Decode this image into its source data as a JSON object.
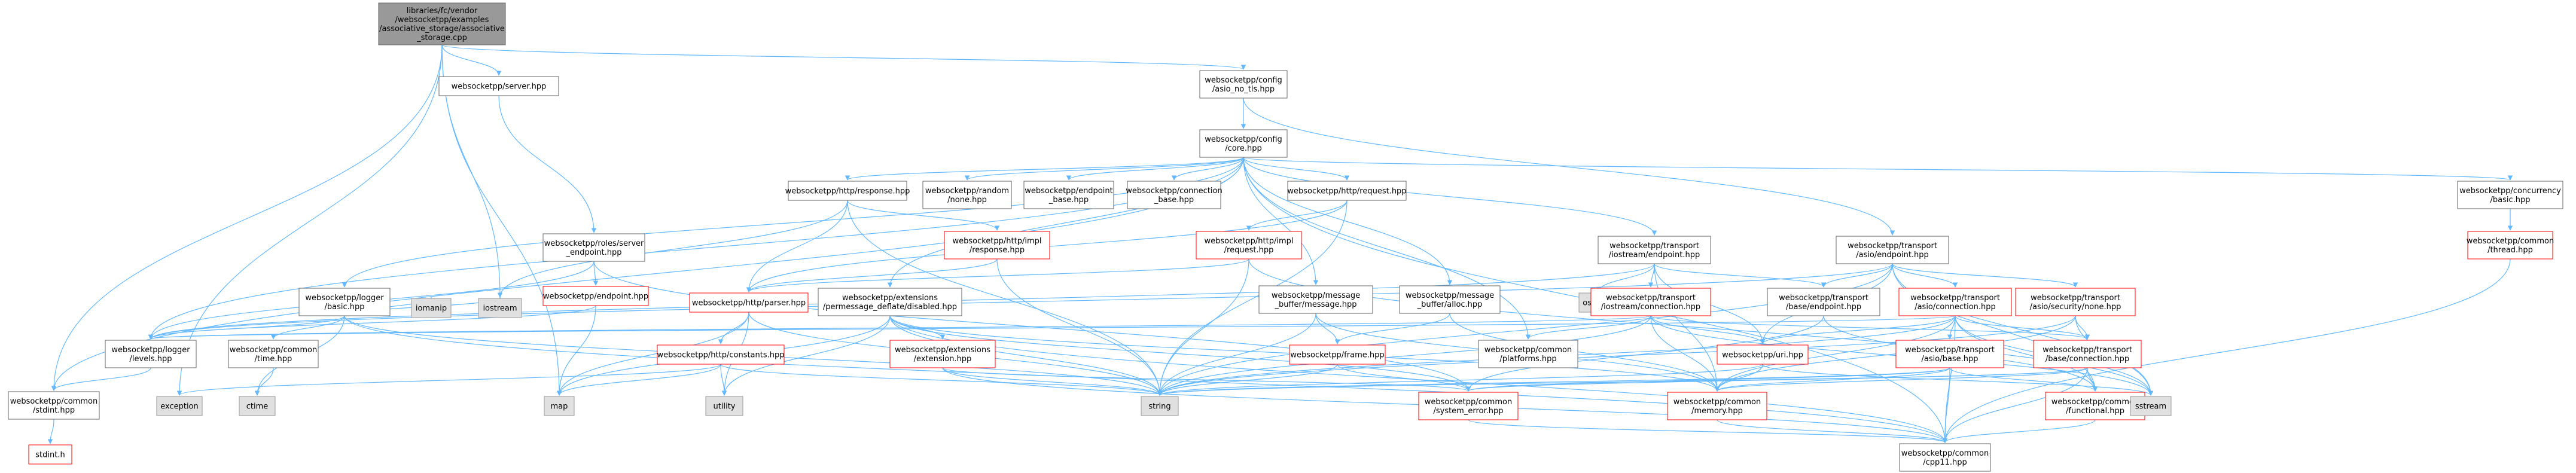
{
  "colors": {
    "root_fill": "#999999",
    "root_stroke": "#666666",
    "node_fill": "#ffffff",
    "node_stroke": "#666666",
    "missing_stroke": "#ff0000",
    "external_fill": "#e0e0e0",
    "external_stroke": "#999999",
    "edge": "#63b8ff"
  },
  "nodes": [
    {
      "id": "root",
      "kind": "root",
      "lines": [
        "libraries/fc/vendor",
        "/websocketpp/examples",
        "/associative_storage/associative",
        "_storage.cpp"
      ]
    },
    {
      "id": "server",
      "kind": "normal",
      "lines": [
        "websocketpp/server.hpp"
      ]
    },
    {
      "id": "cfg_asio",
      "kind": "normal",
      "lines": [
        "websocketpp/config",
        "/asio_no_tls.hpp"
      ]
    },
    {
      "id": "cfg_core",
      "kind": "normal",
      "lines": [
        "websocketpp/config",
        "/core.hpp"
      ]
    },
    {
      "id": "conc_basic",
      "kind": "normal",
      "lines": [
        "websocketpp/concurrency",
        "/basic.hpp"
      ]
    },
    {
      "id": "common_thread",
      "kind": "missing",
      "lines": [
        "websocketpp/common",
        "/thread.hpp"
      ]
    },
    {
      "id": "http_response",
      "kind": "normal",
      "lines": [
        "websocketpp/http/response.hpp"
      ]
    },
    {
      "id": "random_none",
      "kind": "normal",
      "lines": [
        "websocketpp/random",
        "/none.hpp"
      ]
    },
    {
      "id": "endpoint_base",
      "kind": "normal",
      "lines": [
        "websocketpp/endpoint",
        "_base.hpp"
      ]
    },
    {
      "id": "connection_base",
      "kind": "normal",
      "lines": [
        "websocketpp/connection",
        "_base.hpp"
      ]
    },
    {
      "id": "http_request",
      "kind": "normal",
      "lines": [
        "websocketpp/http/request.hpp"
      ]
    },
    {
      "id": "roles_server",
      "kind": "normal",
      "lines": [
        "websocketpp/roles/server",
        "_endpoint.hpp"
      ]
    },
    {
      "id": "http_impl_response",
      "kind": "missing",
      "lines": [
        "websocketpp/http/impl",
        "/response.hpp"
      ]
    },
    {
      "id": "http_impl_request",
      "kind": "missing",
      "lines": [
        "websocketpp/http/impl",
        "/request.hpp"
      ]
    },
    {
      "id": "endpoint",
      "kind": "missing",
      "lines": [
        "websocketpp/endpoint.hpp"
      ]
    },
    {
      "id": "logger_basic",
      "kind": "normal",
      "lines": [
        "websocketpp/logger",
        "/basic.hpp"
      ]
    },
    {
      "id": "http_parser",
      "kind": "missing",
      "lines": [
        "websocketpp/http/parser.hpp"
      ]
    },
    {
      "id": "ext_permessage",
      "kind": "normal",
      "lines": [
        "websocketpp/extensions",
        "/permessage_deflate/disabled.hpp"
      ]
    },
    {
      "id": "msg_buffer",
      "kind": "normal",
      "lines": [
        "websocketpp/message",
        "_buffer/message.hpp"
      ]
    },
    {
      "id": "msg_alloc",
      "kind": "normal",
      "lines": [
        "websocketpp/message",
        "_buffer/alloc.hpp"
      ]
    },
    {
      "id": "ts_iostream_ep",
      "kind": "normal",
      "lines": [
        "websocketpp/transport",
        "/iostream/endpoint.hpp"
      ]
    },
    {
      "id": "ts_asio_ep",
      "kind": "normal",
      "lines": [
        "websocketpp/transport",
        "/asio/endpoint.hpp"
      ]
    },
    {
      "id": "iomanip",
      "kind": "external",
      "lines": [
        "iomanip"
      ]
    },
    {
      "id": "iostream",
      "kind": "external",
      "lines": [
        "iostream"
      ]
    },
    {
      "id": "ostream",
      "kind": "external",
      "lines": [
        "ostream"
      ]
    },
    {
      "id": "ts_iostream_conn",
      "kind": "missing",
      "lines": [
        "websocketpp/transport",
        "/iostream/connection.hpp"
      ]
    },
    {
      "id": "ts_base_ep",
      "kind": "normal",
      "lines": [
        "websocketpp/transport",
        "/base/endpoint.hpp"
      ]
    },
    {
      "id": "ts_asio_conn",
      "kind": "missing",
      "lines": [
        "websocketpp/transport",
        "/asio/connection.hpp"
      ]
    },
    {
      "id": "ts_asio_sec",
      "kind": "missing",
      "lines": [
        "websocketpp/transport",
        "/asio/security/none.hpp"
      ]
    },
    {
      "id": "logger_levels",
      "kind": "normal",
      "lines": [
        "websocketpp/logger",
        "/levels.hpp"
      ]
    },
    {
      "id": "common_time",
      "kind": "normal",
      "lines": [
        "websocketpp/common",
        "/time.hpp"
      ]
    },
    {
      "id": "http_constants",
      "kind": "missing",
      "lines": [
        "websocketpp/http/constants.hpp"
      ]
    },
    {
      "id": "ext_extension",
      "kind": "missing",
      "lines": [
        "websocketpp/extensions",
        "/extension.hpp"
      ]
    },
    {
      "id": "frame",
      "kind": "missing",
      "lines": [
        "websocketpp/frame.hpp"
      ]
    },
    {
      "id": "common_platforms",
      "kind": "normal",
      "lines": [
        "websocketpp/common",
        "/platforms.hpp"
      ]
    },
    {
      "id": "uri",
      "kind": "missing",
      "lines": [
        "websocketpp/uri.hpp"
      ]
    },
    {
      "id": "ts_asio_base",
      "kind": "missing",
      "lines": [
        "websocketpp/transport",
        "/asio/base.hpp"
      ]
    },
    {
      "id": "ts_base_conn",
      "kind": "missing",
      "lines": [
        "websocketpp/transport",
        "/base/connection.hpp"
      ]
    },
    {
      "id": "common_stdint",
      "kind": "normal",
      "lines": [
        "websocketpp/common",
        "/stdint.hpp"
      ]
    },
    {
      "id": "exception",
      "kind": "external",
      "lines": [
        "exception"
      ]
    },
    {
      "id": "ctime",
      "kind": "external",
      "lines": [
        "ctime"
      ]
    },
    {
      "id": "map",
      "kind": "external",
      "lines": [
        "map"
      ]
    },
    {
      "id": "utility",
      "kind": "external",
      "lines": [
        "utility"
      ]
    },
    {
      "id": "string",
      "kind": "external",
      "lines": [
        "string"
      ]
    },
    {
      "id": "common_syserr",
      "kind": "missing",
      "lines": [
        "websocketpp/common",
        "/system_error.hpp"
      ]
    },
    {
      "id": "common_memory",
      "kind": "missing",
      "lines": [
        "websocketpp/common",
        "/memory.hpp"
      ]
    },
    {
      "id": "common_functional",
      "kind": "missing",
      "lines": [
        "websocketpp/common",
        "/functional.hpp"
      ]
    },
    {
      "id": "sstream",
      "kind": "external",
      "lines": [
        "sstream"
      ]
    },
    {
      "id": "stdint_h",
      "kind": "missing",
      "lines": [
        "stdint.h"
      ]
    },
    {
      "id": "common_cpp11",
      "kind": "normal",
      "lines": [
        "websocketpp/common",
        "/cpp11.hpp"
      ]
    }
  ],
  "edges": [
    [
      "root",
      "server"
    ],
    [
      "root",
      "cfg_asio"
    ],
    [
      "root",
      "iostream"
    ],
    [
      "root",
      "map"
    ],
    [
      "root",
      "exception"
    ],
    [
      "root",
      "common_stdint"
    ],
    [
      "server",
      "roles_server"
    ],
    [
      "cfg_asio",
      "cfg_core"
    ],
    [
      "cfg_asio",
      "ts_asio_ep"
    ],
    [
      "cfg_core",
      "common_cpp11"
    ],
    [
      "cfg_core",
      "common_stdint"
    ],
    [
      "cfg_core",
      "conc_basic"
    ],
    [
      "cfg_core",
      "http_response"
    ],
    [
      "cfg_core",
      "random_none"
    ],
    [
      "cfg_core",
      "endpoint_base"
    ],
    [
      "cfg_core",
      "connection_base"
    ],
    [
      "cfg_core",
      "http_request"
    ],
    [
      "cfg_core",
      "logger_basic"
    ],
    [
      "cfg_core",
      "logger_levels"
    ],
    [
      "cfg_core",
      "ext_permessage"
    ],
    [
      "cfg_core",
      "msg_buffer"
    ],
    [
      "cfg_core",
      "msg_alloc"
    ],
    [
      "cfg_core",
      "ts_iostream_ep"
    ],
    [
      "cfg_core",
      "common_platforms"
    ],
    [
      "conc_basic",
      "common_thread"
    ],
    [
      "common_thread",
      "common_cpp11"
    ],
    [
      "http_response",
      "http_impl_response"
    ],
    [
      "http_response",
      "iostream"
    ],
    [
      "http_response",
      "string"
    ],
    [
      "http_response",
      "http_parser"
    ],
    [
      "http_request",
      "http_impl_request"
    ],
    [
      "http_request",
      "string"
    ],
    [
      "http_request",
      "http_parser"
    ],
    [
      "http_impl_response",
      "http_parser"
    ],
    [
      "http_impl_response",
      "string"
    ],
    [
      "http_impl_request",
      "string"
    ],
    [
      "http_impl_request",
      "sstream"
    ],
    [
      "http_impl_request",
      "http_parser"
    ],
    [
      "roles_server",
      "endpoint"
    ],
    [
      "roles_server",
      "logger_levels"
    ],
    [
      "roles_server",
      "common_syserr"
    ],
    [
      "endpoint",
      "map"
    ],
    [
      "endpoint",
      "logger_levels"
    ],
    [
      "logger_basic",
      "logger_levels"
    ],
    [
      "logger_basic",
      "common_time"
    ],
    [
      "logger_basic",
      "iomanip"
    ],
    [
      "logger_basic",
      "iostream"
    ],
    [
      "logger_basic",
      "ctime"
    ],
    [
      "logger_basic",
      "common_cpp11"
    ],
    [
      "logger_basic",
      "string"
    ],
    [
      "logger_levels",
      "common_stdint"
    ],
    [
      "common_stdint",
      "stdint_h"
    ],
    [
      "common_time",
      "ctime"
    ],
    [
      "http_parser",
      "http_constants"
    ],
    [
      "http_parser",
      "map"
    ],
    [
      "http_parser",
      "utility"
    ],
    [
      "http_parser",
      "string"
    ],
    [
      "http_constants",
      "exception"
    ],
    [
      "http_constants",
      "map"
    ],
    [
      "http_constants",
      "utility"
    ],
    [
      "http_constants",
      "string"
    ],
    [
      "ext_permessage",
      "ext_extension"
    ],
    [
      "ext_permessage",
      "utility"
    ],
    [
      "ext_permessage",
      "string"
    ],
    [
      "ext_permessage",
      "common_cpp11"
    ],
    [
      "ext_permessage",
      "common_syserr"
    ],
    [
      "ext_permessage",
      "common_memory"
    ],
    [
      "ext_permessage",
      "map"
    ],
    [
      "ext_extension",
      "common_cpp11"
    ],
    [
      "ext_extension",
      "common_syserr"
    ],
    [
      "ext_extension",
      "string"
    ],
    [
      "msg_buffer",
      "frame"
    ],
    [
      "msg_buffer",
      "common_memory"
    ],
    [
      "msg_buffer",
      "string"
    ],
    [
      "msg_alloc",
      "common_memory"
    ],
    [
      "msg_alloc",
      "frame"
    ],
    [
      "frame",
      "common_syserr"
    ],
    [
      "frame",
      "string"
    ],
    [
      "ts_iostream_ep",
      "ts_iostream_conn"
    ],
    [
      "ts_iostream_ep",
      "ts_base_ep"
    ],
    [
      "ts_iostream_ep",
      "ostream"
    ],
    [
      "ts_iostream_ep",
      "uri"
    ],
    [
      "ts_iostream_ep",
      "logger_levels"
    ],
    [
      "ts_iostream_ep",
      "common_memory"
    ],
    [
      "ts_iostream_conn",
      "ts_base_conn"
    ],
    [
      "ts_iostream_conn",
      "uri"
    ],
    [
      "ts_iostream_conn",
      "logger_levels"
    ],
    [
      "ts_iostream_conn",
      "common_platforms"
    ],
    [
      "ts_iostream_conn",
      "common_memory"
    ],
    [
      "ts_iostream_conn",
      "string"
    ],
    [
      "ts_iostream_conn",
      "sstream"
    ],
    [
      "ts_base_ep",
      "common_functional"
    ],
    [
      "ts_base_ep",
      "common_syserr"
    ],
    [
      "ts_asio_ep",
      "ts_asio_conn"
    ],
    [
      "ts_asio_ep",
      "ts_asio_sec"
    ],
    [
      "ts_asio_ep",
      "ts_base_ep"
    ],
    [
      "ts_asio_ep",
      "logger_levels"
    ],
    [
      "ts_asio_ep",
      "sstream"
    ],
    [
      "ts_asio_ep",
      "string"
    ],
    [
      "ts_asio_ep",
      "uri"
    ],
    [
      "ts_asio_ep",
      "common_functional"
    ],
    [
      "ts_asio_conn",
      "ts_asio_base"
    ],
    [
      "ts_asio_conn",
      "ts_base_conn"
    ],
    [
      "ts_asio_conn",
      "uri"
    ],
    [
      "ts_asio_conn",
      "common_memory"
    ],
    [
      "ts_asio_conn",
      "common_functional"
    ],
    [
      "ts_asio_conn",
      "common_cpp11"
    ],
    [
      "ts_asio_conn",
      "string"
    ],
    [
      "ts_asio_conn",
      "sstream"
    ],
    [
      "ts_asio_conn",
      "logger_levels"
    ],
    [
      "ts_asio_sec",
      "ts_base_conn"
    ],
    [
      "ts_asio_sec",
      "common_memory"
    ],
    [
      "ts_asio_sec",
      "sstream"
    ],
    [
      "ts_asio_sec",
      "string"
    ],
    [
      "ts_asio_base",
      "common_cpp11"
    ],
    [
      "ts_asio_base",
      "common_functional"
    ],
    [
      "ts_asio_base",
      "common_syserr"
    ],
    [
      "ts_asio_base",
      "string"
    ],
    [
      "ts_asio_base",
      "common_memory"
    ],
    [
      "ts_base_conn",
      "common_cpp11"
    ],
    [
      "ts_base_conn",
      "common_functional"
    ],
    [
      "ts_base_conn",
      "common_syserr"
    ],
    [
      "ts_base_conn",
      "string"
    ],
    [
      "ts_base_conn",
      "common_memory"
    ],
    [
      "uri",
      "common_memory"
    ],
    [
      "uri",
      "string"
    ],
    [
      "uri",
      "sstream"
    ],
    [
      "common_syserr",
      "common_cpp11"
    ],
    [
      "common_memory",
      "common_cpp11"
    ],
    [
      "common_functional",
      "common_cpp11"
    ]
  ]
}
